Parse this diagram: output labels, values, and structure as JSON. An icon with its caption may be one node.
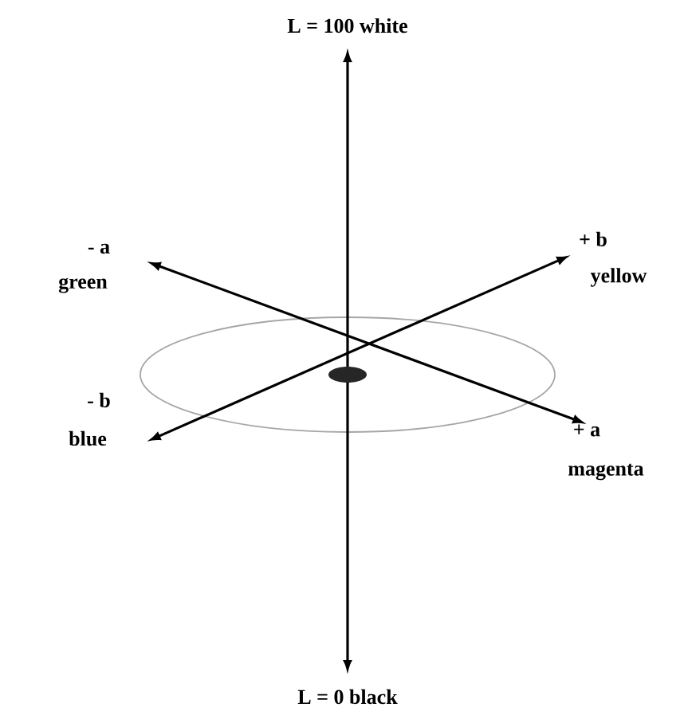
{
  "diagram": {
    "labels": [
      "L = 100  white",
      "- a",
      "+ b",
      "green",
      "yellow",
      "- b",
      "+ a",
      "blue",
      "magenta",
      "L = 0  black"
    ]
  }
}
